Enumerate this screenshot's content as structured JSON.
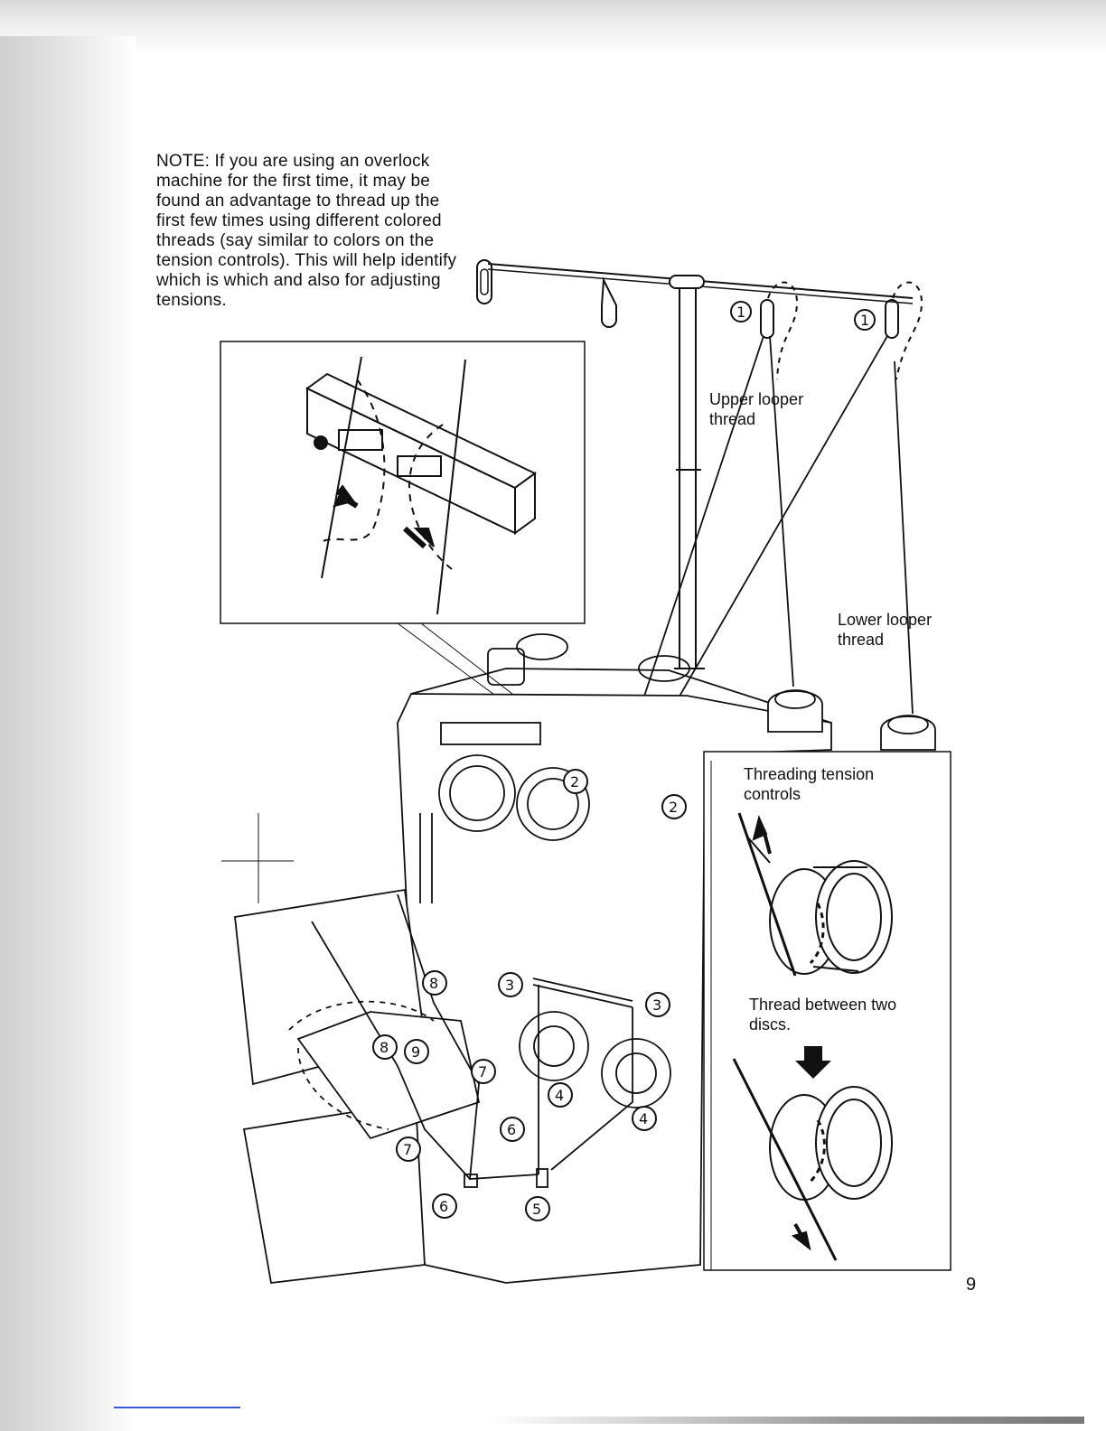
{
  "note": {
    "text": "NOTE: If you are using an overlock machine for the first time, it may be found an advantage to thread up the first few times using different colored threads (say similar to colors on the tension controls). This will help identify which is which and also for adjusting tensions."
  },
  "labels": {
    "upper_looper": "Upper looper thread",
    "lower_looper": "Lower looper thread",
    "tension_title": "Threading tension controls",
    "between_discs": "Thread between two discs."
  },
  "numbers": {
    "n1": "1",
    "n2": "2",
    "n3": "3",
    "n4": "4",
    "n5": "5",
    "n6": "6",
    "n7": "7",
    "n8": "8",
    "n9": "9"
  },
  "page_number": "9"
}
